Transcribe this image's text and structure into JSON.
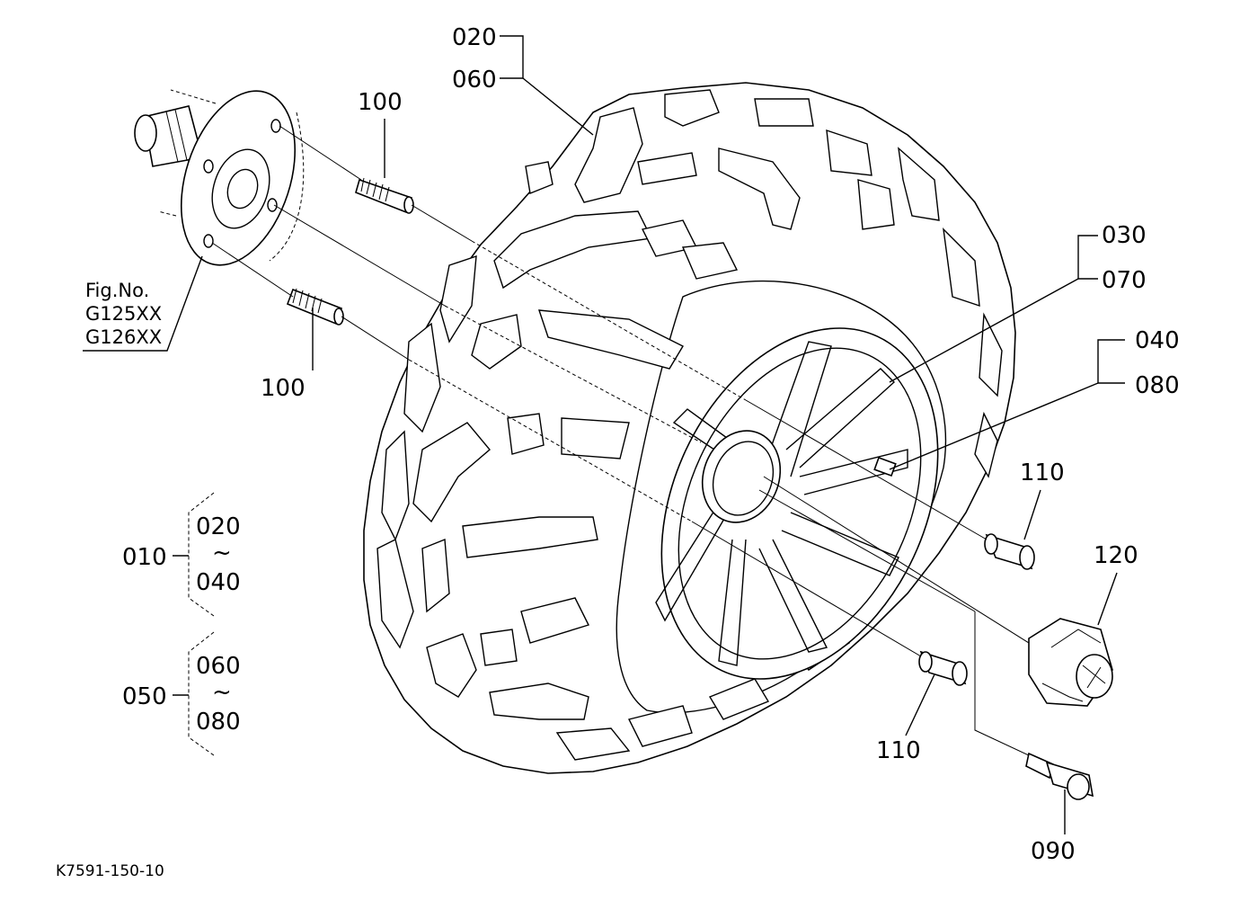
{
  "callouts": {
    "c020_top": "020",
    "c060_top": "060",
    "c100_top": "100",
    "c100_bottom": "100",
    "c030": "030",
    "c070": "070",
    "c040": "040",
    "c080": "080",
    "c110_right": "110",
    "c110_bottom": "110",
    "c120": "120",
    "c090": "090"
  },
  "figure_ref": {
    "line1": "Fig.No.",
    "line2": "G125XX",
    "line3": "G126XX"
  },
  "assemblies": {
    "a010": {
      "number": "010",
      "from": "020",
      "tilde": "~",
      "to": "040"
    },
    "a050": {
      "number": "050",
      "from": "060",
      "tilde": "~",
      "to": "080"
    }
  },
  "drawing_code": "K7591-150-10"
}
